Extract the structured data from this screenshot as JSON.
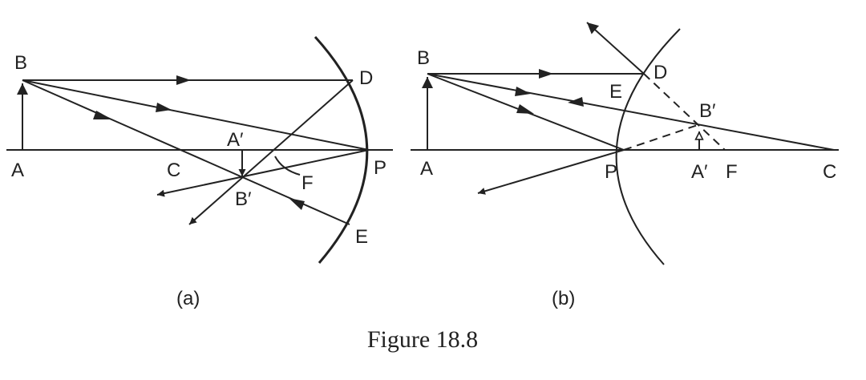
{
  "figure": {
    "caption": "Figure 18.8"
  },
  "panel_a": {
    "sublabel": "(a)",
    "points": {
      "A": "A",
      "B": "B",
      "C": "C",
      "P": "P",
      "D": "D",
      "E": "E",
      "F": "F",
      "A_img": "A′",
      "B_img": "B′"
    }
  },
  "panel_b": {
    "sublabel": "(b)",
    "points": {
      "A": "A",
      "B": "B",
      "C": "C",
      "P": "P",
      "D": "D",
      "E": "E",
      "F": "F",
      "A_img": "A′",
      "B_img": "B′"
    }
  }
}
